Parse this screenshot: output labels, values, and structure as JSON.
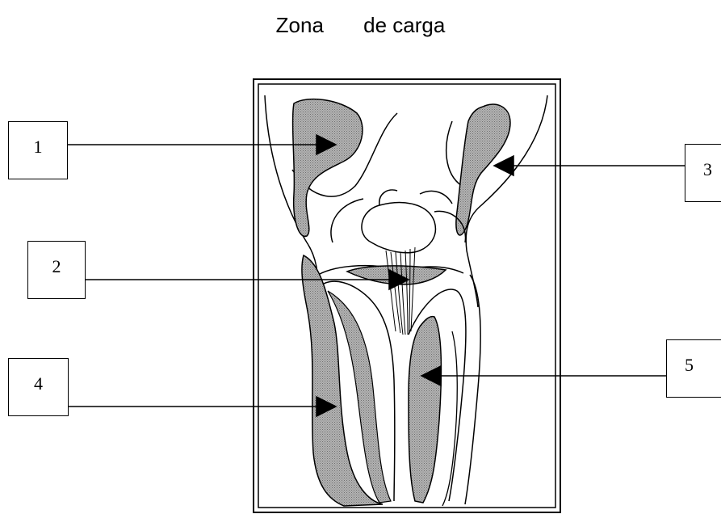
{
  "title": {
    "word1": "Zona",
    "word2": "de carga"
  },
  "labels": [
    "1",
    "2",
    "3",
    "4",
    "5"
  ],
  "colors": {
    "shade": "#a8a8a8",
    "line": "#000000"
  }
}
